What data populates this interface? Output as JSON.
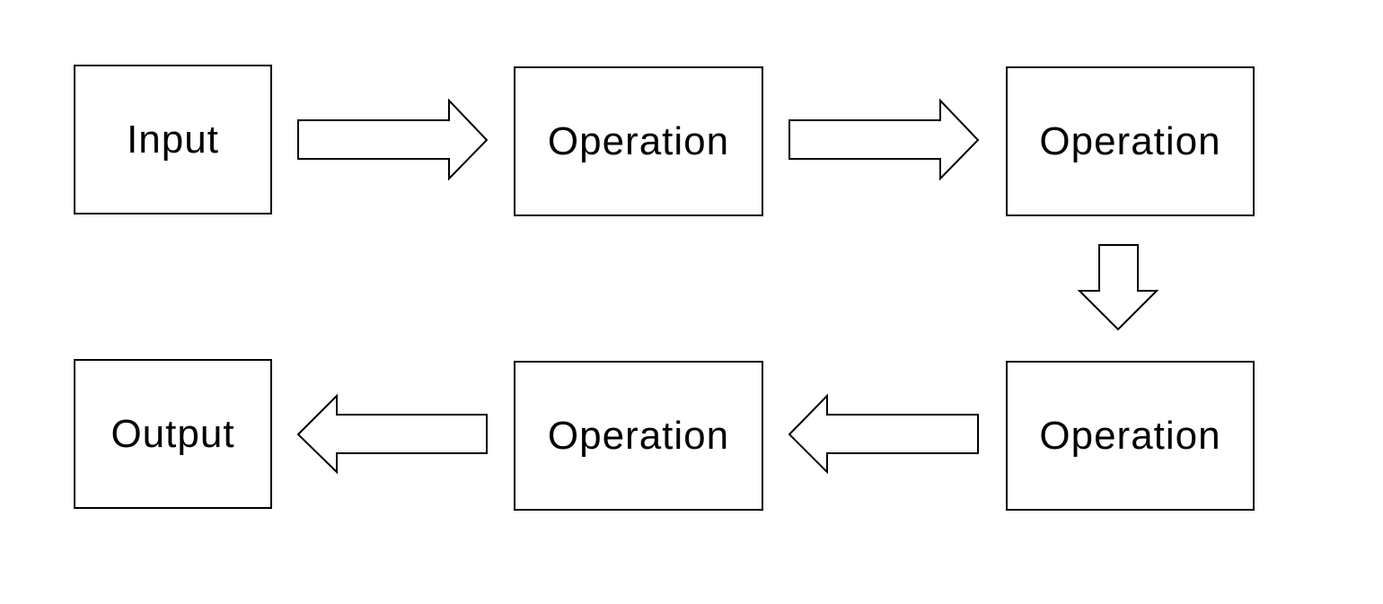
{
  "diagram": {
    "nodes": {
      "input": {
        "label": "Input"
      },
      "op_1": {
        "label": "Operation"
      },
      "op_2": {
        "label": "Operation"
      },
      "op_3": {
        "label": "Operation"
      },
      "op_4": {
        "label": "Operation"
      },
      "output": {
        "label": "Output"
      }
    },
    "flow": [
      "input",
      "op_1",
      "op_2",
      "op_3",
      "op_4",
      "output"
    ],
    "colors": {
      "stroke": "#000000",
      "fill": "#ffffff",
      "text": "#000000"
    }
  }
}
